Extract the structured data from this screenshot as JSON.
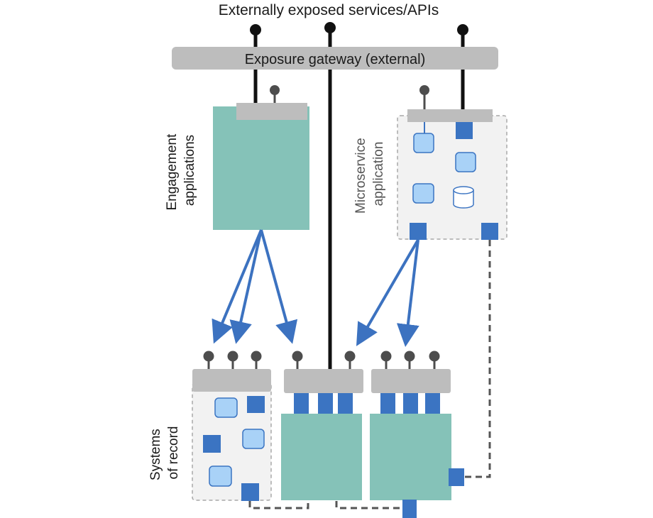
{
  "title": "Externally exposed services/APIs",
  "gateway": {
    "label": "Exposure gateway (external)"
  },
  "engagement": {
    "label_line1": "Engagement",
    "label_line2": "applications"
  },
  "microservice": {
    "label_line1": "Microservice",
    "label_line2": "application"
  },
  "systems": {
    "label_line1": "Systems",
    "label_line2": "of record"
  },
  "colors": {
    "teal": "#85c2b8",
    "gateway_gray": "#bdbdbd",
    "blue_dark": "#3b74c2",
    "blue_light": "#a9d2f7",
    "arrow": "#3c72c0",
    "line": "#111111",
    "pin": "#4d4d4d",
    "dashed": "#555555",
    "panel_bg": "#f2f2f2",
    "panel_border": "#a8a8a8"
  }
}
